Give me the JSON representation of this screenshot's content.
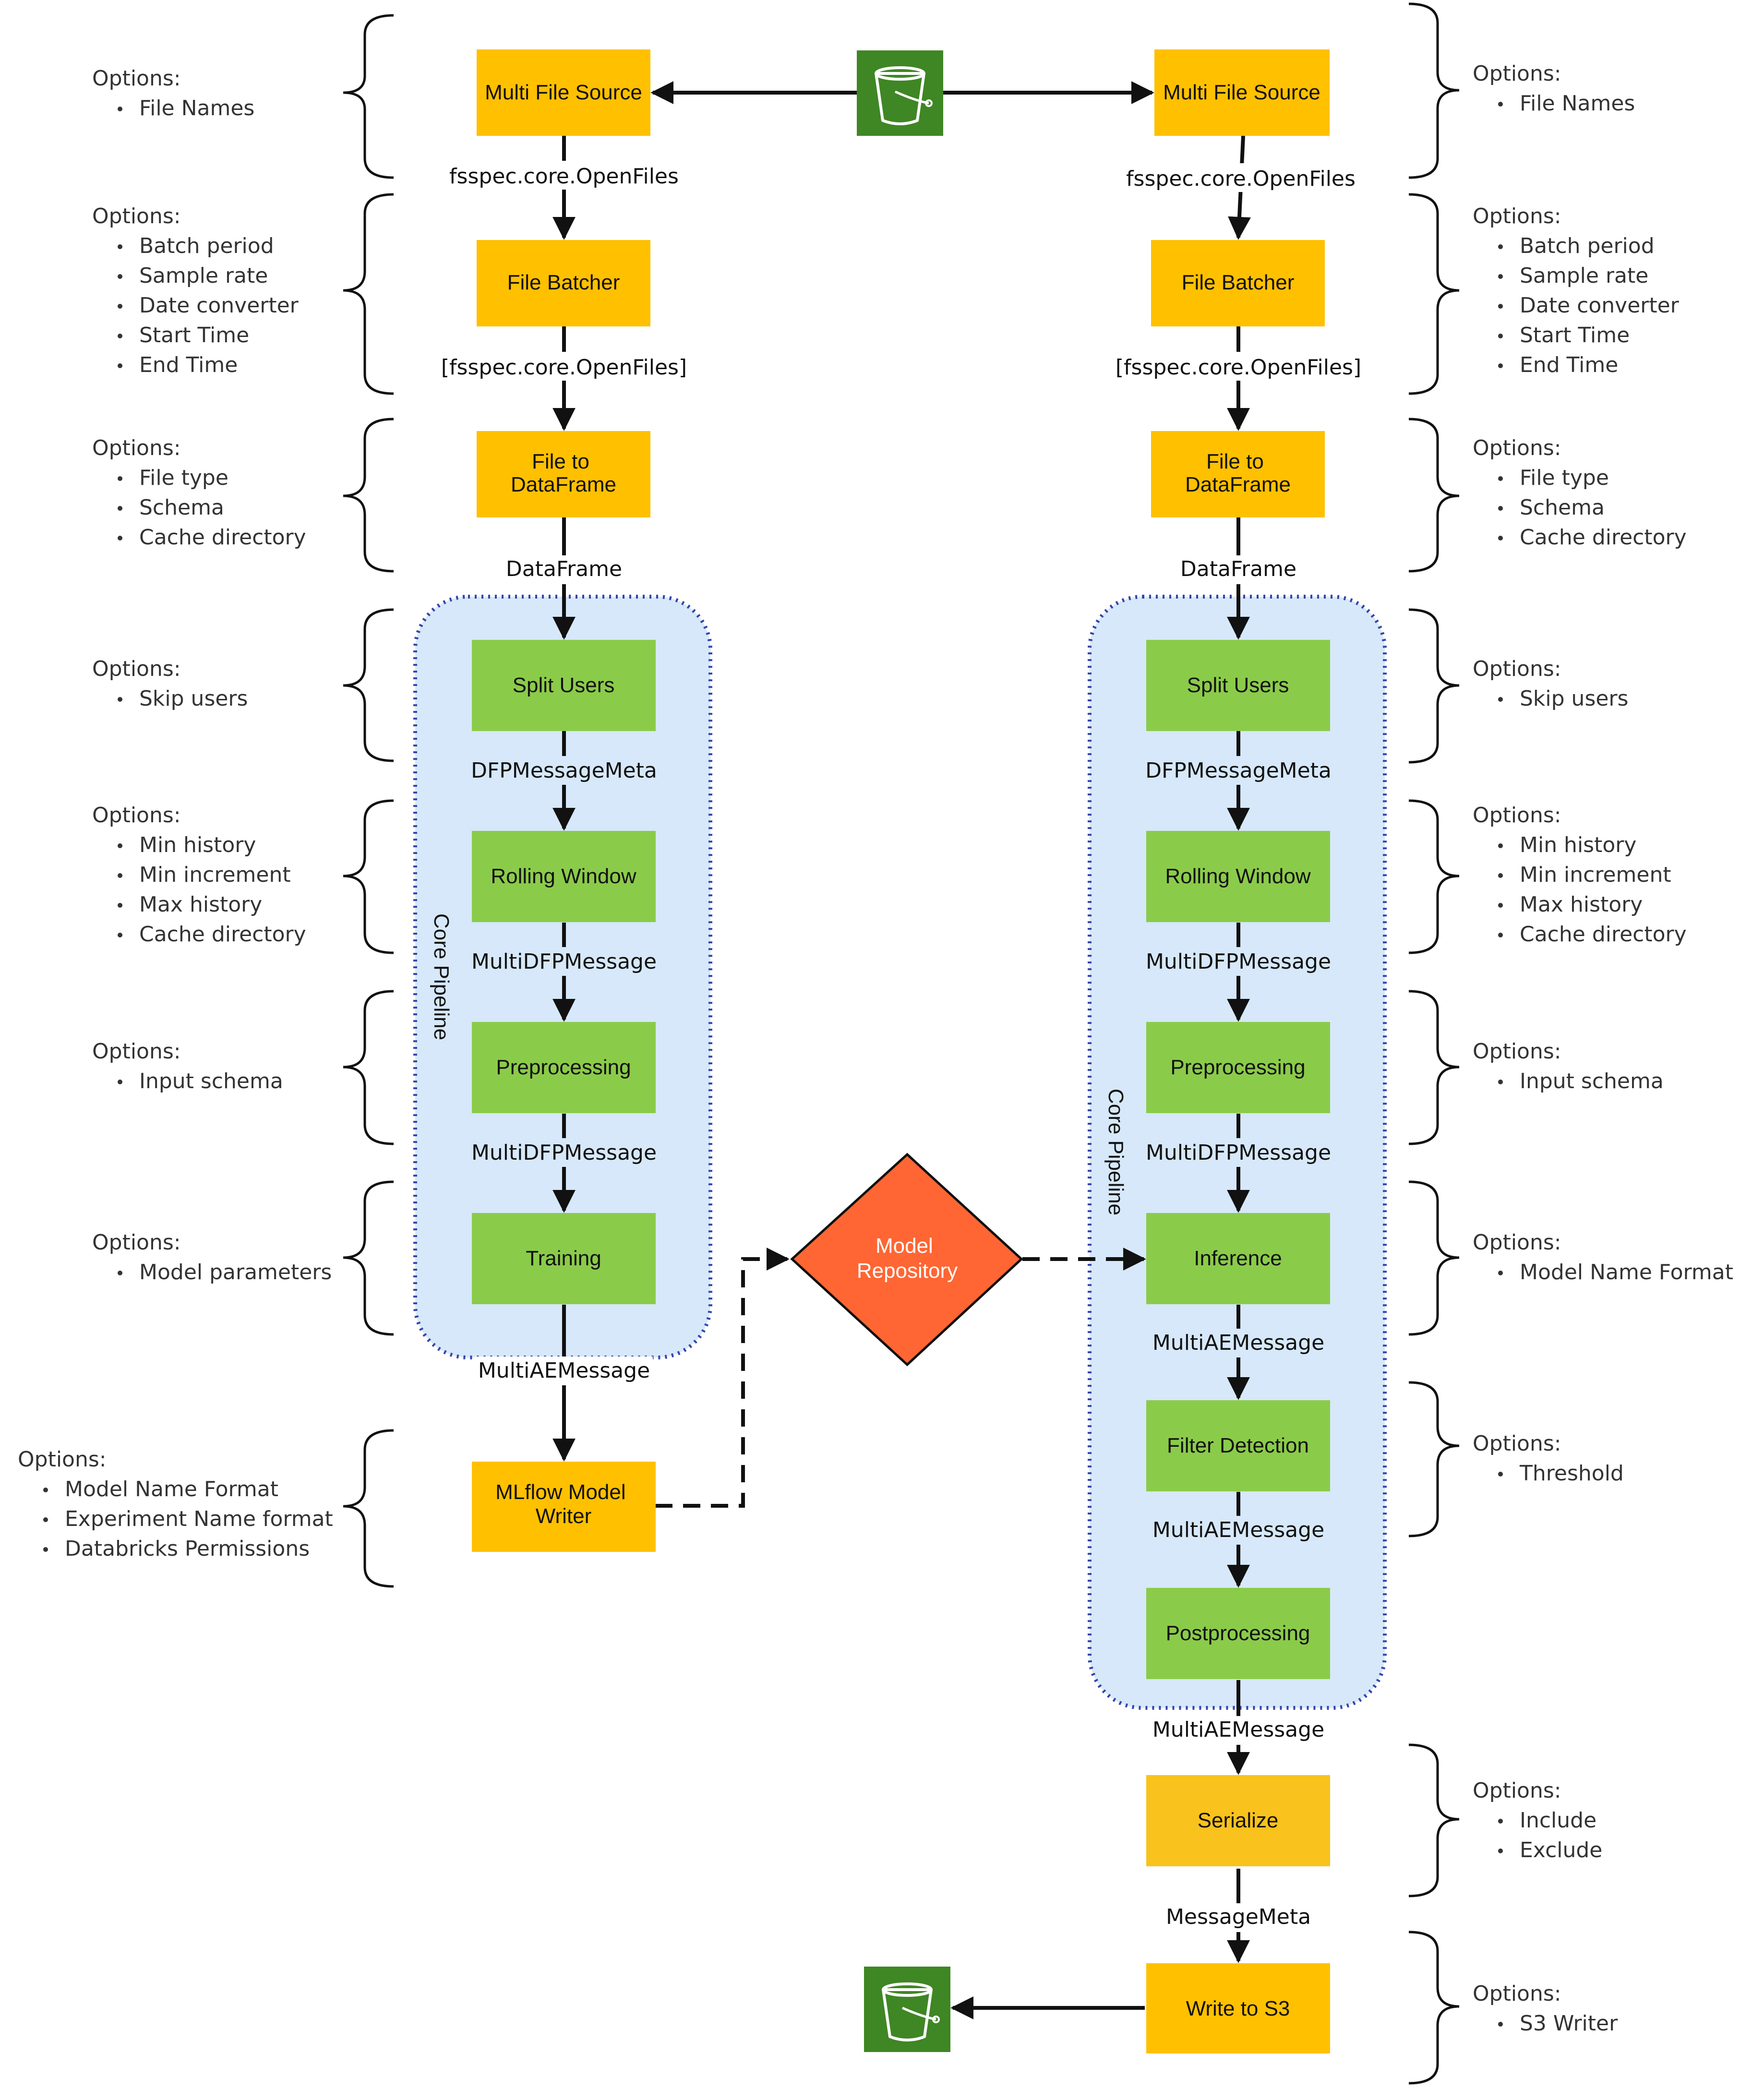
{
  "colors": {
    "orange_node": "#FFC000",
    "green_node": "#8BCB4A",
    "diamond": "#FF6633",
    "bucket": "#3F8624",
    "cluster_fill": "#D6E8F9",
    "cluster_border": "#3344AA",
    "line": "#111111"
  },
  "icons": [
    "s3-bucket-icon"
  ],
  "training": {
    "nodes": {
      "multi_file_source": "Multi File Source",
      "file_batcher": "File Batcher",
      "file_to_dataframe": [
        "File to",
        "DataFrame"
      ],
      "split_users": "Split Users",
      "rolling_window": "Rolling Window",
      "preprocessing": "Preprocessing",
      "training": "Training",
      "mlflow_writer": [
        "MLflow Model",
        "Writer"
      ]
    },
    "cluster_label": "Core Pipeline",
    "edges": {
      "e1": "fsspec.core.OpenFiles",
      "e2": "[fsspec.core.OpenFiles]",
      "e3": "DataFrame",
      "e4": "DFPMessageMeta",
      "e5": "MultiDFPMessage",
      "e6": "MultiDFPMessage",
      "e7": "MultiAEMessage"
    },
    "options": [
      {
        "title": "Options:",
        "items": [
          "File Names"
        ]
      },
      {
        "title": "Options:",
        "items": [
          "Batch period",
          "Sample rate",
          "Date converter",
          "Start Time",
          "End Time"
        ]
      },
      {
        "title": "Options:",
        "items": [
          "File type",
          "Schema",
          "Cache directory"
        ]
      },
      {
        "title": "Options:",
        "items": [
          "Skip users"
        ]
      },
      {
        "title": "Options:",
        "items": [
          "Min history",
          "Min increment",
          "Max history",
          "Cache directory"
        ]
      },
      {
        "title": "Options:",
        "items": [
          "Input schema"
        ]
      },
      {
        "title": "Options:",
        "items": [
          "Model parameters"
        ]
      },
      {
        "title": "Options:",
        "items": [
          "Model Name Format",
          "Experiment Name format",
          "Databricks Permissions"
        ]
      }
    ]
  },
  "inference": {
    "nodes": {
      "multi_file_source": "Multi File Source",
      "file_batcher": "File Batcher",
      "file_to_dataframe": [
        "File to",
        "DataFrame"
      ],
      "split_users": "Split Users",
      "rolling_window": "Rolling Window",
      "preprocessing": "Preprocessing",
      "inference": "Inference",
      "filter_detection": "Filter Detection",
      "postprocessing": "Postprocessing",
      "serialize": "Serialize",
      "write_to_s3": "Write to S3"
    },
    "cluster_label": "Core Pipeline",
    "edges": {
      "e1": "fsspec.core.OpenFiles",
      "e2": "[fsspec.core.OpenFiles]",
      "e3": "DataFrame",
      "e4": "DFPMessageMeta",
      "e5": "MultiDFPMessage",
      "e6": "MultiDFPMessage",
      "e7": "MultiAEMessage",
      "e8": "MultiAEMessage",
      "e9": "MultiAEMessage",
      "e10": "MessageMeta"
    },
    "options": [
      {
        "title": "Options:",
        "items": [
          "File Names"
        ]
      },
      {
        "title": "Options:",
        "items": [
          "Batch period",
          "Sample rate",
          "Date converter",
          "Start Time",
          "End Time"
        ]
      },
      {
        "title": "Options:",
        "items": [
          "File type",
          "Schema",
          "Cache directory"
        ]
      },
      {
        "title": "Options:",
        "items": [
          "Skip users"
        ]
      },
      {
        "title": "Options:",
        "items": [
          "Min history",
          "Min increment",
          "Max history",
          "Cache directory"
        ]
      },
      {
        "title": "Options:",
        "items": [
          "Input schema"
        ]
      },
      {
        "title": "Options:",
        "items": [
          "Model Name Format"
        ]
      },
      {
        "title": "Options:",
        "items": [
          "Threshold"
        ]
      },
      {
        "title": "Options:",
        "items": [
          "Include",
          "Exclude"
        ]
      },
      {
        "title": "Options:",
        "items": [
          "S3 Writer"
        ]
      }
    ]
  },
  "model_repository": [
    "Model",
    "Repository"
  ]
}
